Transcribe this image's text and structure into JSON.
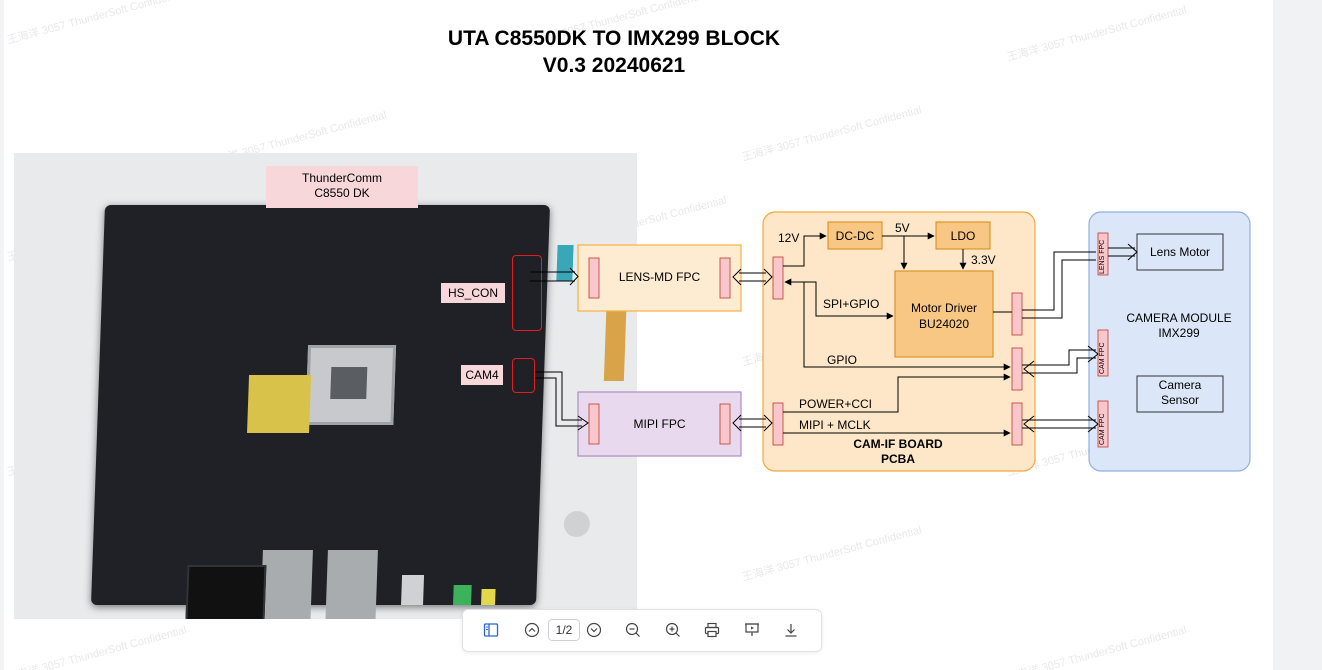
{
  "document": {
    "title_line1": "UTA C8550DK TO IMX299 BLOCK",
    "title_line2": "V0.3 20240621",
    "watermark": "王海洋 3057 ThunderSoft Confidential"
  },
  "photo": {
    "board_label": "ThunderComm\nC8550 DK",
    "hs_con_label": "HS_CON",
    "cam4_label": "CAM4"
  },
  "diagram": {
    "lens_md_fpc": "LENS-MD FPC",
    "mipi_fpc": "MIPI FPC",
    "v12": "12V",
    "dcdc": "DC-DC",
    "v5": "5V",
    "ldo": "LDO",
    "v33": "3.3V",
    "motor_driver": "Motor Driver\nBU24020",
    "spi_gpio": "SPI+GPIO",
    "gpio": "GPIO",
    "power_cci": "POWER+CCI",
    "mipi_mclk": "MIPI + MCLK",
    "camif_board": "CAM-IF BOARD\nPCBA",
    "lens_fpc": "LENS FPC",
    "cam_fpc_1": "CAM FPC",
    "cam_fpc_2": "CAM FPC",
    "lens_motor": "Lens Motor",
    "camera_module": "CAMERA MODULE\nIMX299",
    "camera_sensor": "Camera\nSensor"
  },
  "toolbar": {
    "page_indicator": "1/2"
  },
  "colors": {
    "fpc_orange": "#fdebd2",
    "fpc_orange_border": "#f5b041",
    "mipi_purple": "#e8d9ee",
    "camif_bg": "#fde7c8",
    "camif_border": "#f0a93c",
    "module_blue": "#dbe7f8",
    "module_border": "#8fb0e0",
    "pink_connector": "#f7c7cc",
    "toolbar_accent": "#2a63d6"
  }
}
